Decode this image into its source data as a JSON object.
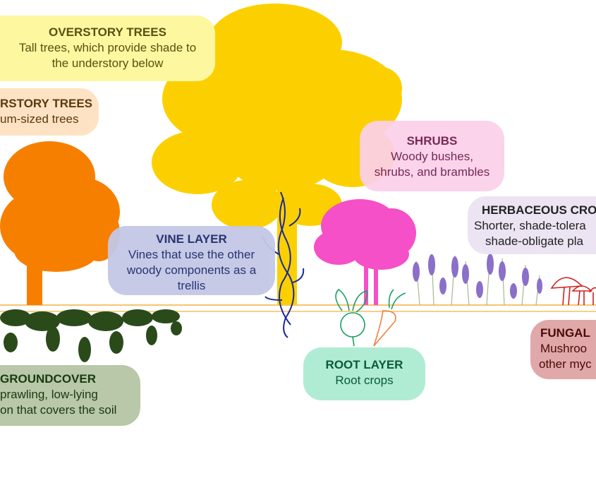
{
  "layers": {
    "overstory": {
      "title": "OVERSTORY TREES",
      "lines": [
        "Tall trees, which provide shade to",
        "the understory below"
      ],
      "color": "#fdf7a0"
    },
    "understory": {
      "title": "RSTORY TREES",
      "lines": [
        "um-sized trees"
      ],
      "color": "#fde3c4"
    },
    "shrubs": {
      "title": "SHRUBS",
      "lines": [
        "Woody bushes,",
        "shrubs, and brambles"
      ],
      "color": "#fbd0ea"
    },
    "herbaceous": {
      "title": "HERBACEOUS CRO",
      "lines": [
        "Shorter, shade-tolera",
        "shade-obligate pla"
      ],
      "color": "#ece4f2"
    },
    "vine": {
      "title": "VINE LAYER",
      "lines": [
        "Vines that use the other",
        "woody components as a",
        "trellis"
      ],
      "color": "#c4c8e6"
    },
    "root": {
      "title": "ROOT LAYER",
      "lines": [
        "Root crops"
      ],
      "color": "#b0ecd4"
    },
    "fungal": {
      "title": "FUNGAL",
      "lines": [
        "Mushroo",
        "other myc"
      ],
      "color": "#e0a8a8"
    },
    "groundcover": {
      "title": "GROUNDCOVER",
      "lines": [
        "prawling, low-lying",
        "on that covers the soil"
      ],
      "color": "#b8c8a8"
    }
  },
  "illustrations": [
    "tall-yellow-tree",
    "orange-tree",
    "pink-shrub",
    "lavender",
    "mushrooms",
    "groundcover-vines",
    "climbing-vine",
    "beet",
    "carrot"
  ]
}
